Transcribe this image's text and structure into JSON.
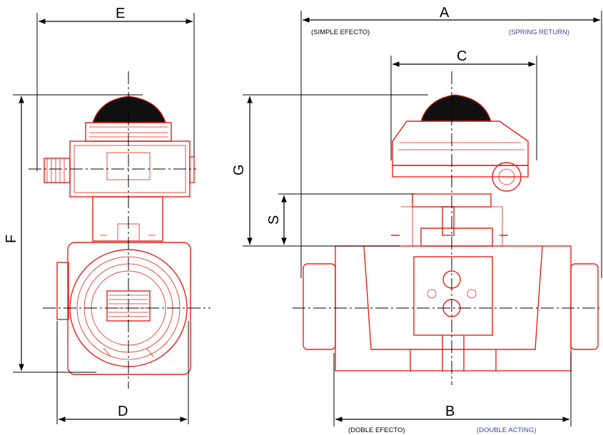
{
  "dimensions": {
    "A": "A",
    "B": "B",
    "C": "C",
    "D": "D",
    "E": "E",
    "F": "F",
    "G": "G",
    "S": "S"
  },
  "notes": {
    "simple_effect": "(SIMPLE EFECTO)",
    "spring_return": "(SPRING RETURN)",
    "double_effect": "(DOBLE EFECTO)",
    "double_acting": "(DOUBLE ACTING)"
  },
  "colors": {
    "part_outline": "#e32119",
    "dimension_lines": "#000000",
    "english_note": "#3b45a8"
  }
}
